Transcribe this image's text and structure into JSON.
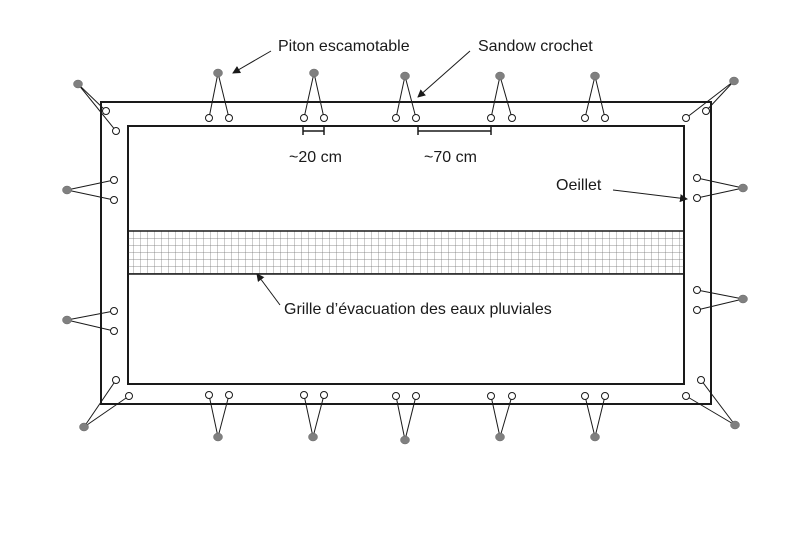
{
  "labels": {
    "piton": "Piton escamotable",
    "sandow": "Sandow crochet",
    "oeillet": "Oeillet",
    "grille": "Grille d’évacuation des eaux pluviales",
    "dim_small": "~20 cm",
    "dim_large": "~70 cm"
  },
  "colors": {
    "stroke": "#1a1a1a",
    "piton_fill": "#808080",
    "eyelet_fill": "#ffffff",
    "grid_bg": "#f4f4f4",
    "grid_line": "#6e6e6e"
  }
}
